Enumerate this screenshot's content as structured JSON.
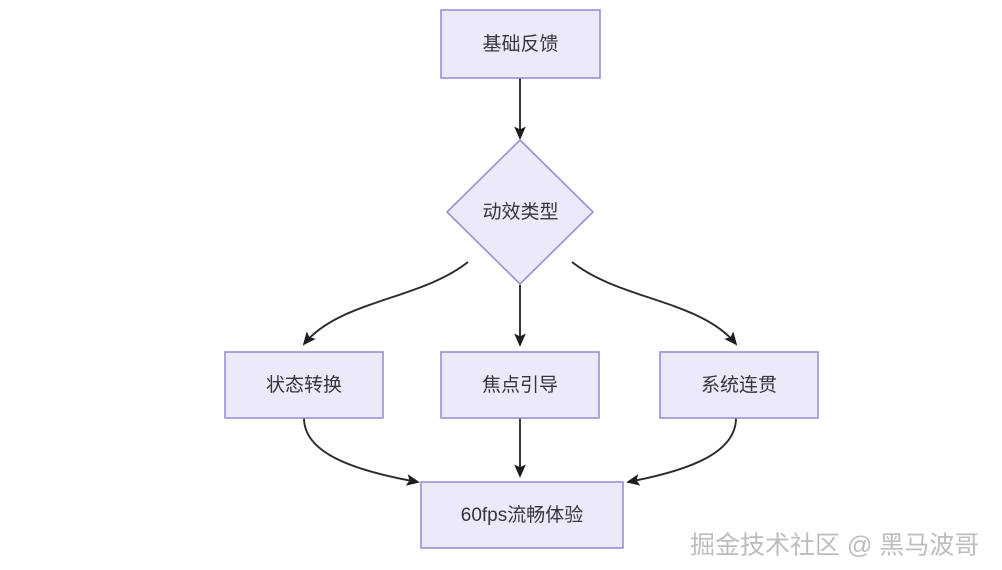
{
  "diagram": {
    "type": "flowchart",
    "background_color": "#ffffff",
    "node_fill_color": "#eceafa",
    "node_border_color": "#9a8fd4",
    "node_text_color": "#37353c",
    "edge_color": "#2b2b2b",
    "nodes": [
      {
        "id": "root",
        "label": "基础反馈",
        "shape": "rectangle"
      },
      {
        "id": "decision",
        "label": "动效类型",
        "shape": "diamond"
      },
      {
        "id": "branch_left",
        "label": "状态转换",
        "shape": "rectangle"
      },
      {
        "id": "branch_mid",
        "label": "焦点引导",
        "shape": "rectangle"
      },
      {
        "id": "branch_right",
        "label": "系统连贯",
        "shape": "rectangle"
      },
      {
        "id": "result",
        "label": "60fps流畅体验",
        "shape": "rectangle"
      }
    ],
    "edges": [
      {
        "from": "root",
        "to": "decision",
        "style": "straight"
      },
      {
        "from": "decision",
        "to": "branch_left",
        "style": "curved"
      },
      {
        "from": "decision",
        "to": "branch_mid",
        "style": "straight"
      },
      {
        "from": "decision",
        "to": "branch_right",
        "style": "curved"
      },
      {
        "from": "branch_left",
        "to": "result",
        "style": "curved"
      },
      {
        "from": "branch_mid",
        "to": "result",
        "style": "straight"
      },
      {
        "from": "branch_right",
        "to": "result",
        "style": "curved"
      }
    ]
  },
  "watermark": {
    "text": "掘金技术社区 @ 黑马波哥",
    "color": "#bdbdbd"
  }
}
